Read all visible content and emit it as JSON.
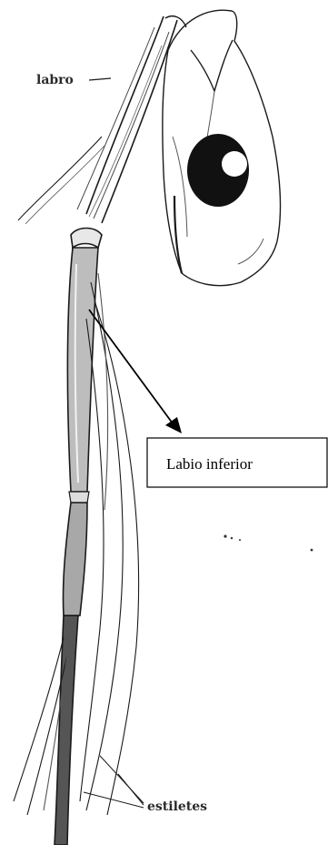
{
  "labels": {
    "labro": "labro",
    "labio_inferior": "Labio inferior",
    "estiletes": "estiletes"
  },
  "colors": {
    "ink": "#1a1a1a",
    "shade": "#555555",
    "paper": "#ffffff"
  }
}
